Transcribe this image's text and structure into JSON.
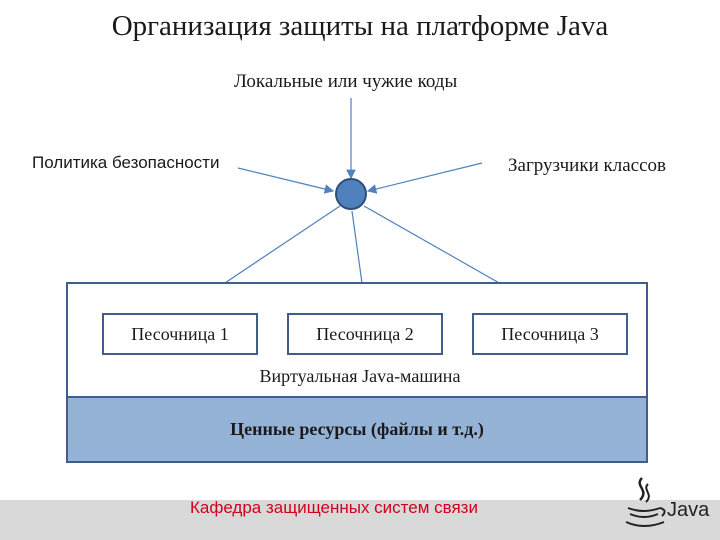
{
  "title": "Организация защиты на платформе Java",
  "inputs": {
    "local_code": "Локальные или чужие коды",
    "security_policy": "Политика безопасности",
    "class_loaders": "Загрузчики классов"
  },
  "sandboxes": [
    "Песочница 1",
    "Песочница 2",
    "Песочница 3"
  ],
  "vm_label": "Виртуальная Java-машина",
  "resources_label": "Ценные ресурсы (файлы и т.д.)",
  "footer": {
    "department": "Кафедра защищенных систем связи",
    "logo_text": "Java"
  },
  "colors": {
    "node_fill": "#4f81bd",
    "resources_fill": "#95b3d7",
    "border": "#3f5f8a",
    "footer_text": "#d0021b"
  }
}
